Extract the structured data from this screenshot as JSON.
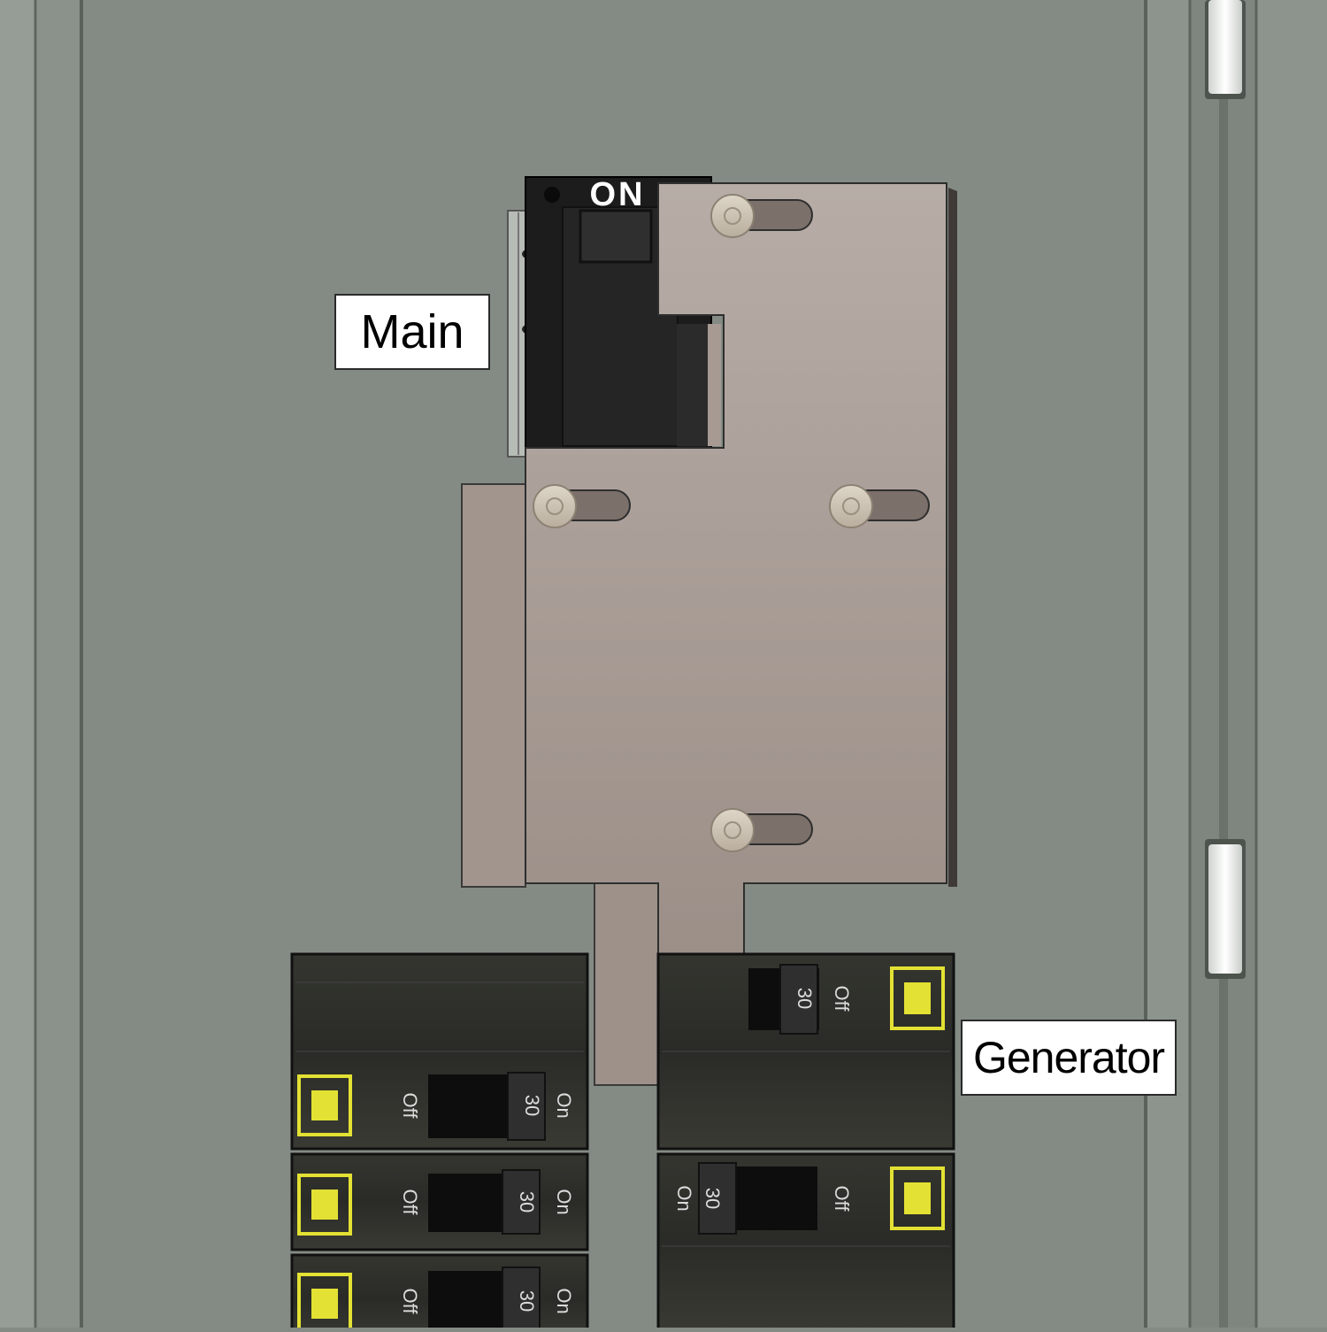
{
  "labels": {
    "main": "Main",
    "generator": "Generator"
  },
  "main_breaker": {
    "state_text": "ON"
  },
  "breakers": {
    "left": [
      {
        "off_text": "Off",
        "rating": "30",
        "on_text": "On"
      },
      {
        "off_text": "Off",
        "rating": "30",
        "on_text": "On"
      },
      {
        "off_text": "Off",
        "rating": "30",
        "on_text": "On"
      }
    ],
    "right": [
      {
        "off_text": "Off",
        "rating": "30"
      },
      {
        "off_text": "Off",
        "rating": "30",
        "on_text": "On"
      }
    ]
  },
  "colors": {
    "panel": "#848b84",
    "plate": "#a69a93",
    "breaker": "#2b2b28",
    "breaker_accent": "#e3e133"
  }
}
